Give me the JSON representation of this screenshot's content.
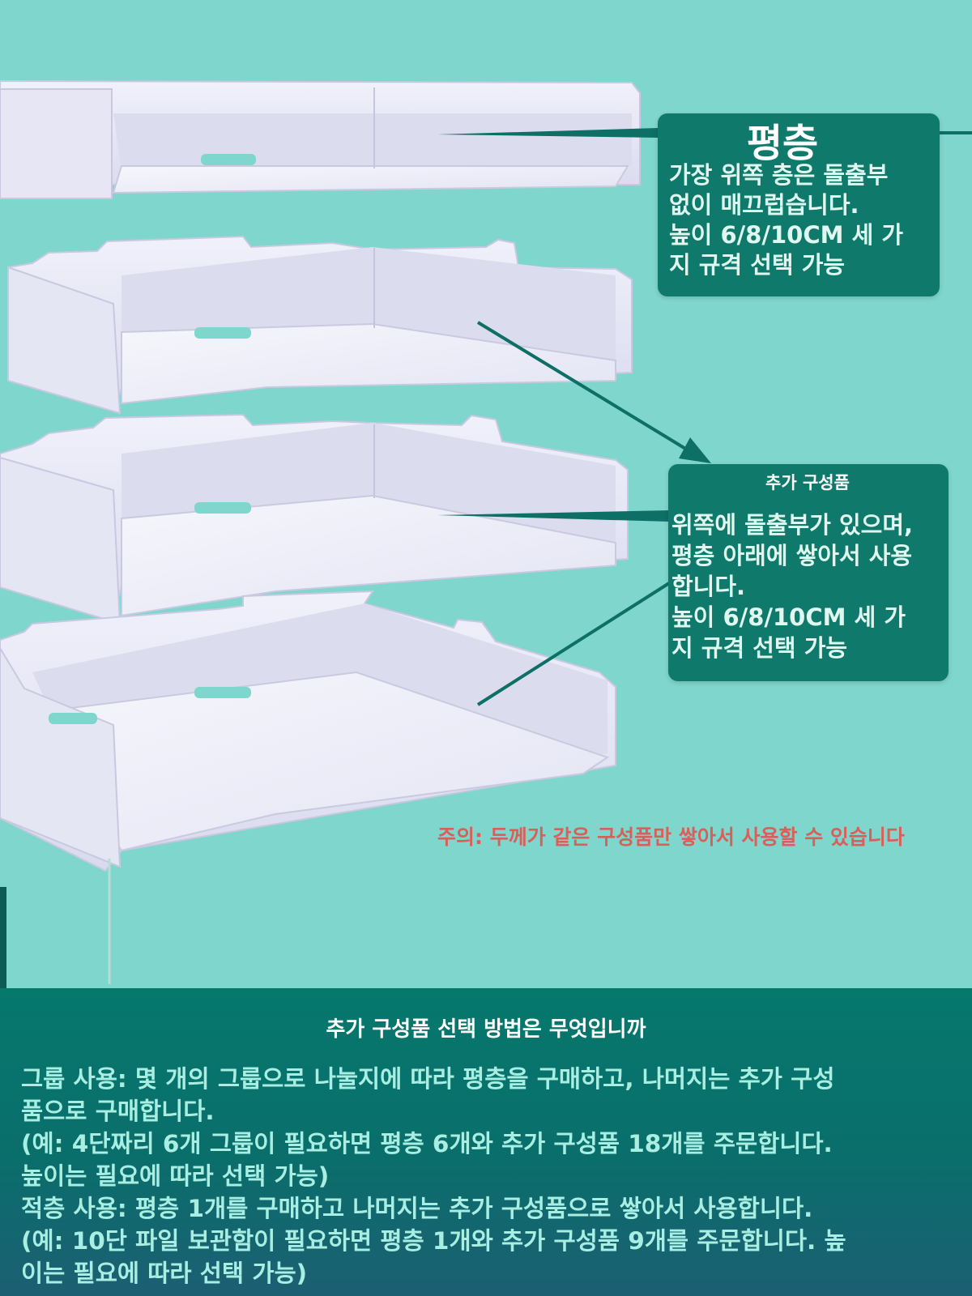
{
  "top_callout": {
    "title": "평층",
    "body": "가장 위쪽 층은 돌출부\n없이 매끄럽습니다.\n높이 6/8/10CM 세 가\n지 규격 선택 가능"
  },
  "mid_callout": {
    "title": "추가 구성품",
    "body": "위쪽에 돌출부가 있으며,\n평층 아래에 쌓아서 사용\n합니다.\n높이 6/8/10CM 세 가\n지 규격 선택 가능"
  },
  "warning": "주의: 두께가 같은 구성품만 쌓아서 사용할 수 있습니다",
  "bottom": {
    "heading": "추가 구성품 선택 방법은 무엇입니까",
    "lines": [
      "그룹 사용: 몇 개의 그룹으로 나눌지에 따라 평층을 구매하고, 나머지는 추가 구성",
      "품으로 구매합니다.",
      "(예: 4단짜리 6개 그룹이 필요하면 평층 6개와 추가 구성품 18개를 주문합니다.",
      "높이는 필요에 따라 선택 가능)",
      "적층 사용: 평층 1개를 구매하고 나머지는 추가 구성품으로 쌓아서 사용합니다.",
      "(예: 10단 파일 보관함이 필요하면 평층 1개와 추가 구성품 9개를 주문합니다. 높",
      "이는 필요에 따라 선택 가능)"
    ]
  },
  "colors": {
    "background": "#7fd6cc",
    "callout": "#0f7a6b",
    "warning": "#d8605a",
    "tray": "#e8e9f6"
  },
  "icons": [
    "arrow-pointer-icon"
  ]
}
